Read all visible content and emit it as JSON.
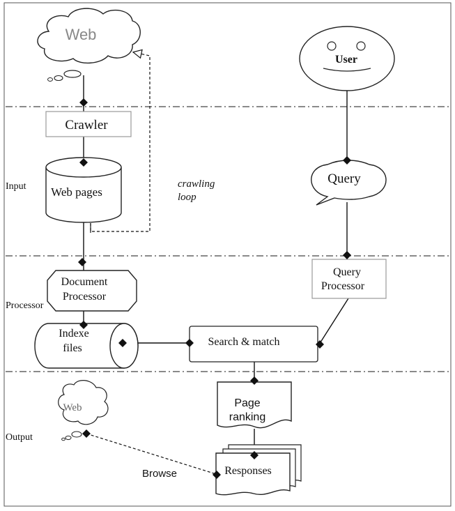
{
  "nodes": {
    "web_top": "Web",
    "crawler": "Crawler",
    "web_pages": "Web pages",
    "crawling_loop_line1": "crawling",
    "crawling_loop_line2": "loop",
    "user": "User",
    "query": "Query",
    "query_processor_line1": "Query",
    "query_processor_line2": "Processor",
    "document_processor_line1": "Document",
    "document_processor_line2": "Processor",
    "indexed_files_line1": "Indexe",
    "indexed_files_line2": "files",
    "search_match": "Search & match",
    "page_ranking_line1": "Page",
    "page_ranking_line2": "ranking",
    "web_bottom": "Web",
    "responses": "Responses",
    "browse": "Browse"
  },
  "layers": {
    "input": "Input",
    "processor": "Processor",
    "output": "Output"
  }
}
